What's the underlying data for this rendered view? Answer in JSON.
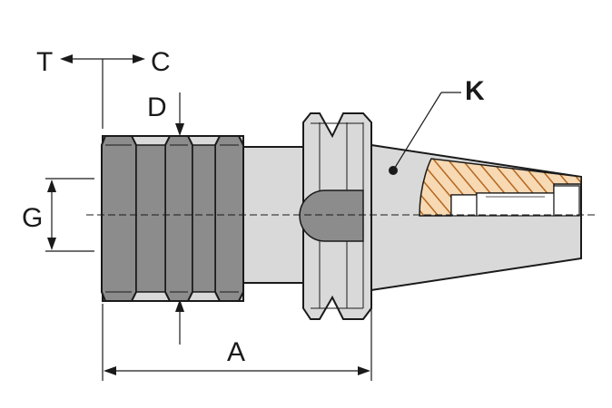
{
  "labels": {
    "t": "T",
    "c": "C",
    "d": "D",
    "g": "G",
    "a": "A",
    "k": "K"
  },
  "colors": {
    "outline": "#1a1a1a",
    "body": "#d9d9d9",
    "groove": "#8c8c8c",
    "hatch_fill": "#f7d9b3",
    "hatch_line": "#b5651d",
    "background": "#ffffff"
  }
}
